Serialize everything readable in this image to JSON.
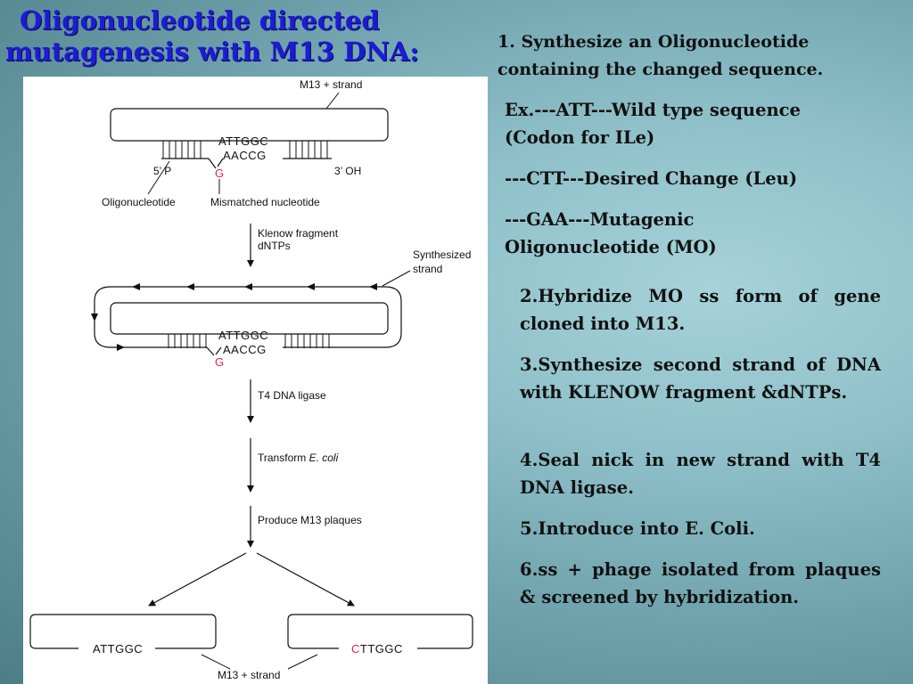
{
  "title": {
    "line1": "Oligonucleotide directed",
    "line2": "mutagenesis with M13 DNA:"
  },
  "diagram": {
    "m13_plus_strand_top": "M13 + strand",
    "seq_top": "ATTGGC",
    "seq_bottom": "AACCG",
    "mismatch_base": "G",
    "five_p": "5’ P",
    "three_oh": "3’ OH",
    "oligonucleotide": "Oligonucleotide",
    "mismatched_nucleotide": "Mismatched nucleotide",
    "klenow_line1": "Klenow fragment",
    "klenow_line2": "dNTPs",
    "synthesized_line1": "Synthesized",
    "synthesized_line2": "strand",
    "t4_ligase": "T4 DNA ligase",
    "transform_prefix": "Transform ",
    "transform_italic": "E. coli",
    "produce_plaques": "Produce M13 plaques",
    "result_left_seq": "ATTGGC",
    "result_right_mut": "C",
    "result_right_rest": "TTGGC",
    "m13_plus_strand_bottom": "M13 + strand"
  },
  "steps": {
    "step1_line1": "1. Synthesize an Oligonucleotide",
    "step1_line2": "containing the changed sequence.",
    "ex_line1": "Ex.---ATT---Wild type sequence",
    "ex_line2": "(Codon for ILe)",
    "ctt": "---CTT---Desired Change (Leu)",
    "gaa_line1": "---GAA---Mutagenic",
    "gaa_line2": "Oligonucleotide (MO)",
    "step2": "2.Hybridize  MO ss form of gene cloned into M13.",
    "step3": "3.Synthesize second strand of DNA with KLENOW fragment &dNTPs.",
    "step4": "4.Seal nick in new strand with T4 DNA ligase.",
    "step5": "5.Introduce into E. Coli.",
    "step6": "6.ss + phage isolated from plaques & screened by hybridization."
  },
  "colors": {
    "title": "#1d1bd6",
    "mismatch": "#e2205a"
  }
}
